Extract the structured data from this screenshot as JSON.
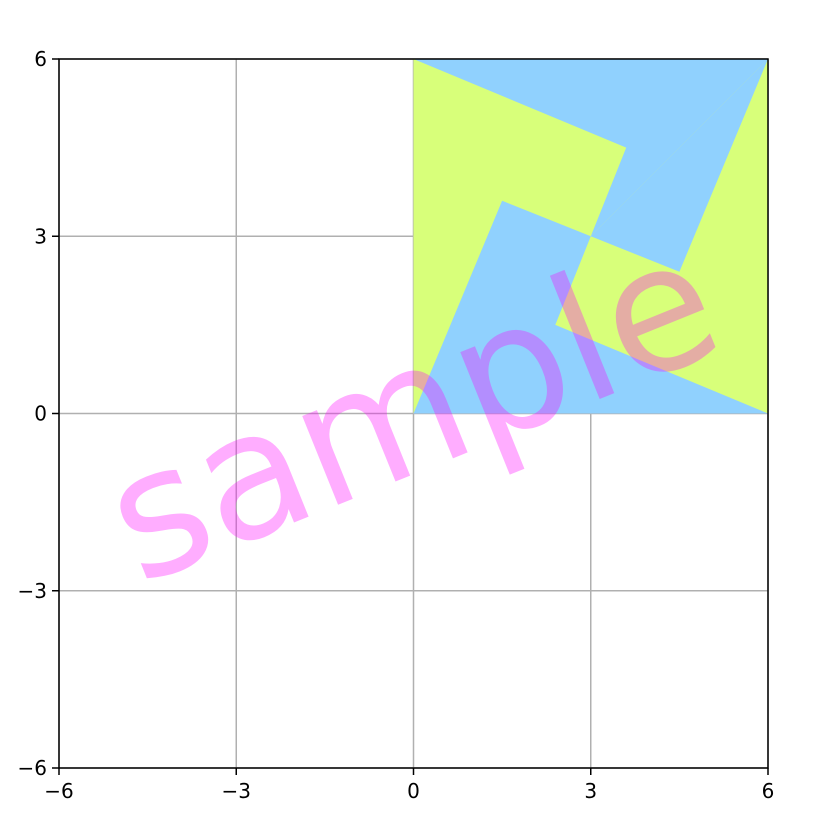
{
  "chart_data": {
    "type": "polygon",
    "title": "",
    "xlabel": "",
    "ylabel": "",
    "xlim": [
      -6,
      6
    ],
    "ylim": [
      -6,
      6
    ],
    "xticks": [
      -6,
      -3,
      0,
      3,
      6
    ],
    "yticks": [
      -6,
      -3,
      0,
      3,
      6
    ],
    "xtick_labels": [
      "−6",
      "−3",
      "0",
      "3",
      "6"
    ],
    "ytick_labels": [
      "−6",
      "−3",
      "0",
      "3",
      "6"
    ],
    "grid": true,
    "polygons": [
      {
        "color": "#d8ff7a",
        "points": [
          [
            0,
            0
          ],
          [
            6,
            0
          ],
          [
            6,
            6
          ],
          [
            0,
            6
          ]
        ]
      },
      {
        "color": "#90d1fe",
        "points": [
          [
            0,
            6
          ],
          [
            6,
            6
          ],
          [
            3,
            3
          ],
          [
            3.6,
            4.5
          ]
        ]
      },
      {
        "color": "#90d1fe",
        "points": [
          [
            6,
            6
          ],
          [
            4.5,
            2.4
          ],
          [
            3,
            3
          ]
        ]
      },
      {
        "color": "#90d1fe",
        "points": [
          [
            3,
            3
          ],
          [
            1.5,
            3.6
          ],
          [
            0,
            0
          ],
          [
            6,
            0
          ],
          [
            2.4,
            1.5
          ]
        ]
      }
    ]
  },
  "watermark": {
    "text": "sample",
    "color": "#ff00ff",
    "opacity": 0.32,
    "rotation_deg": -22
  }
}
